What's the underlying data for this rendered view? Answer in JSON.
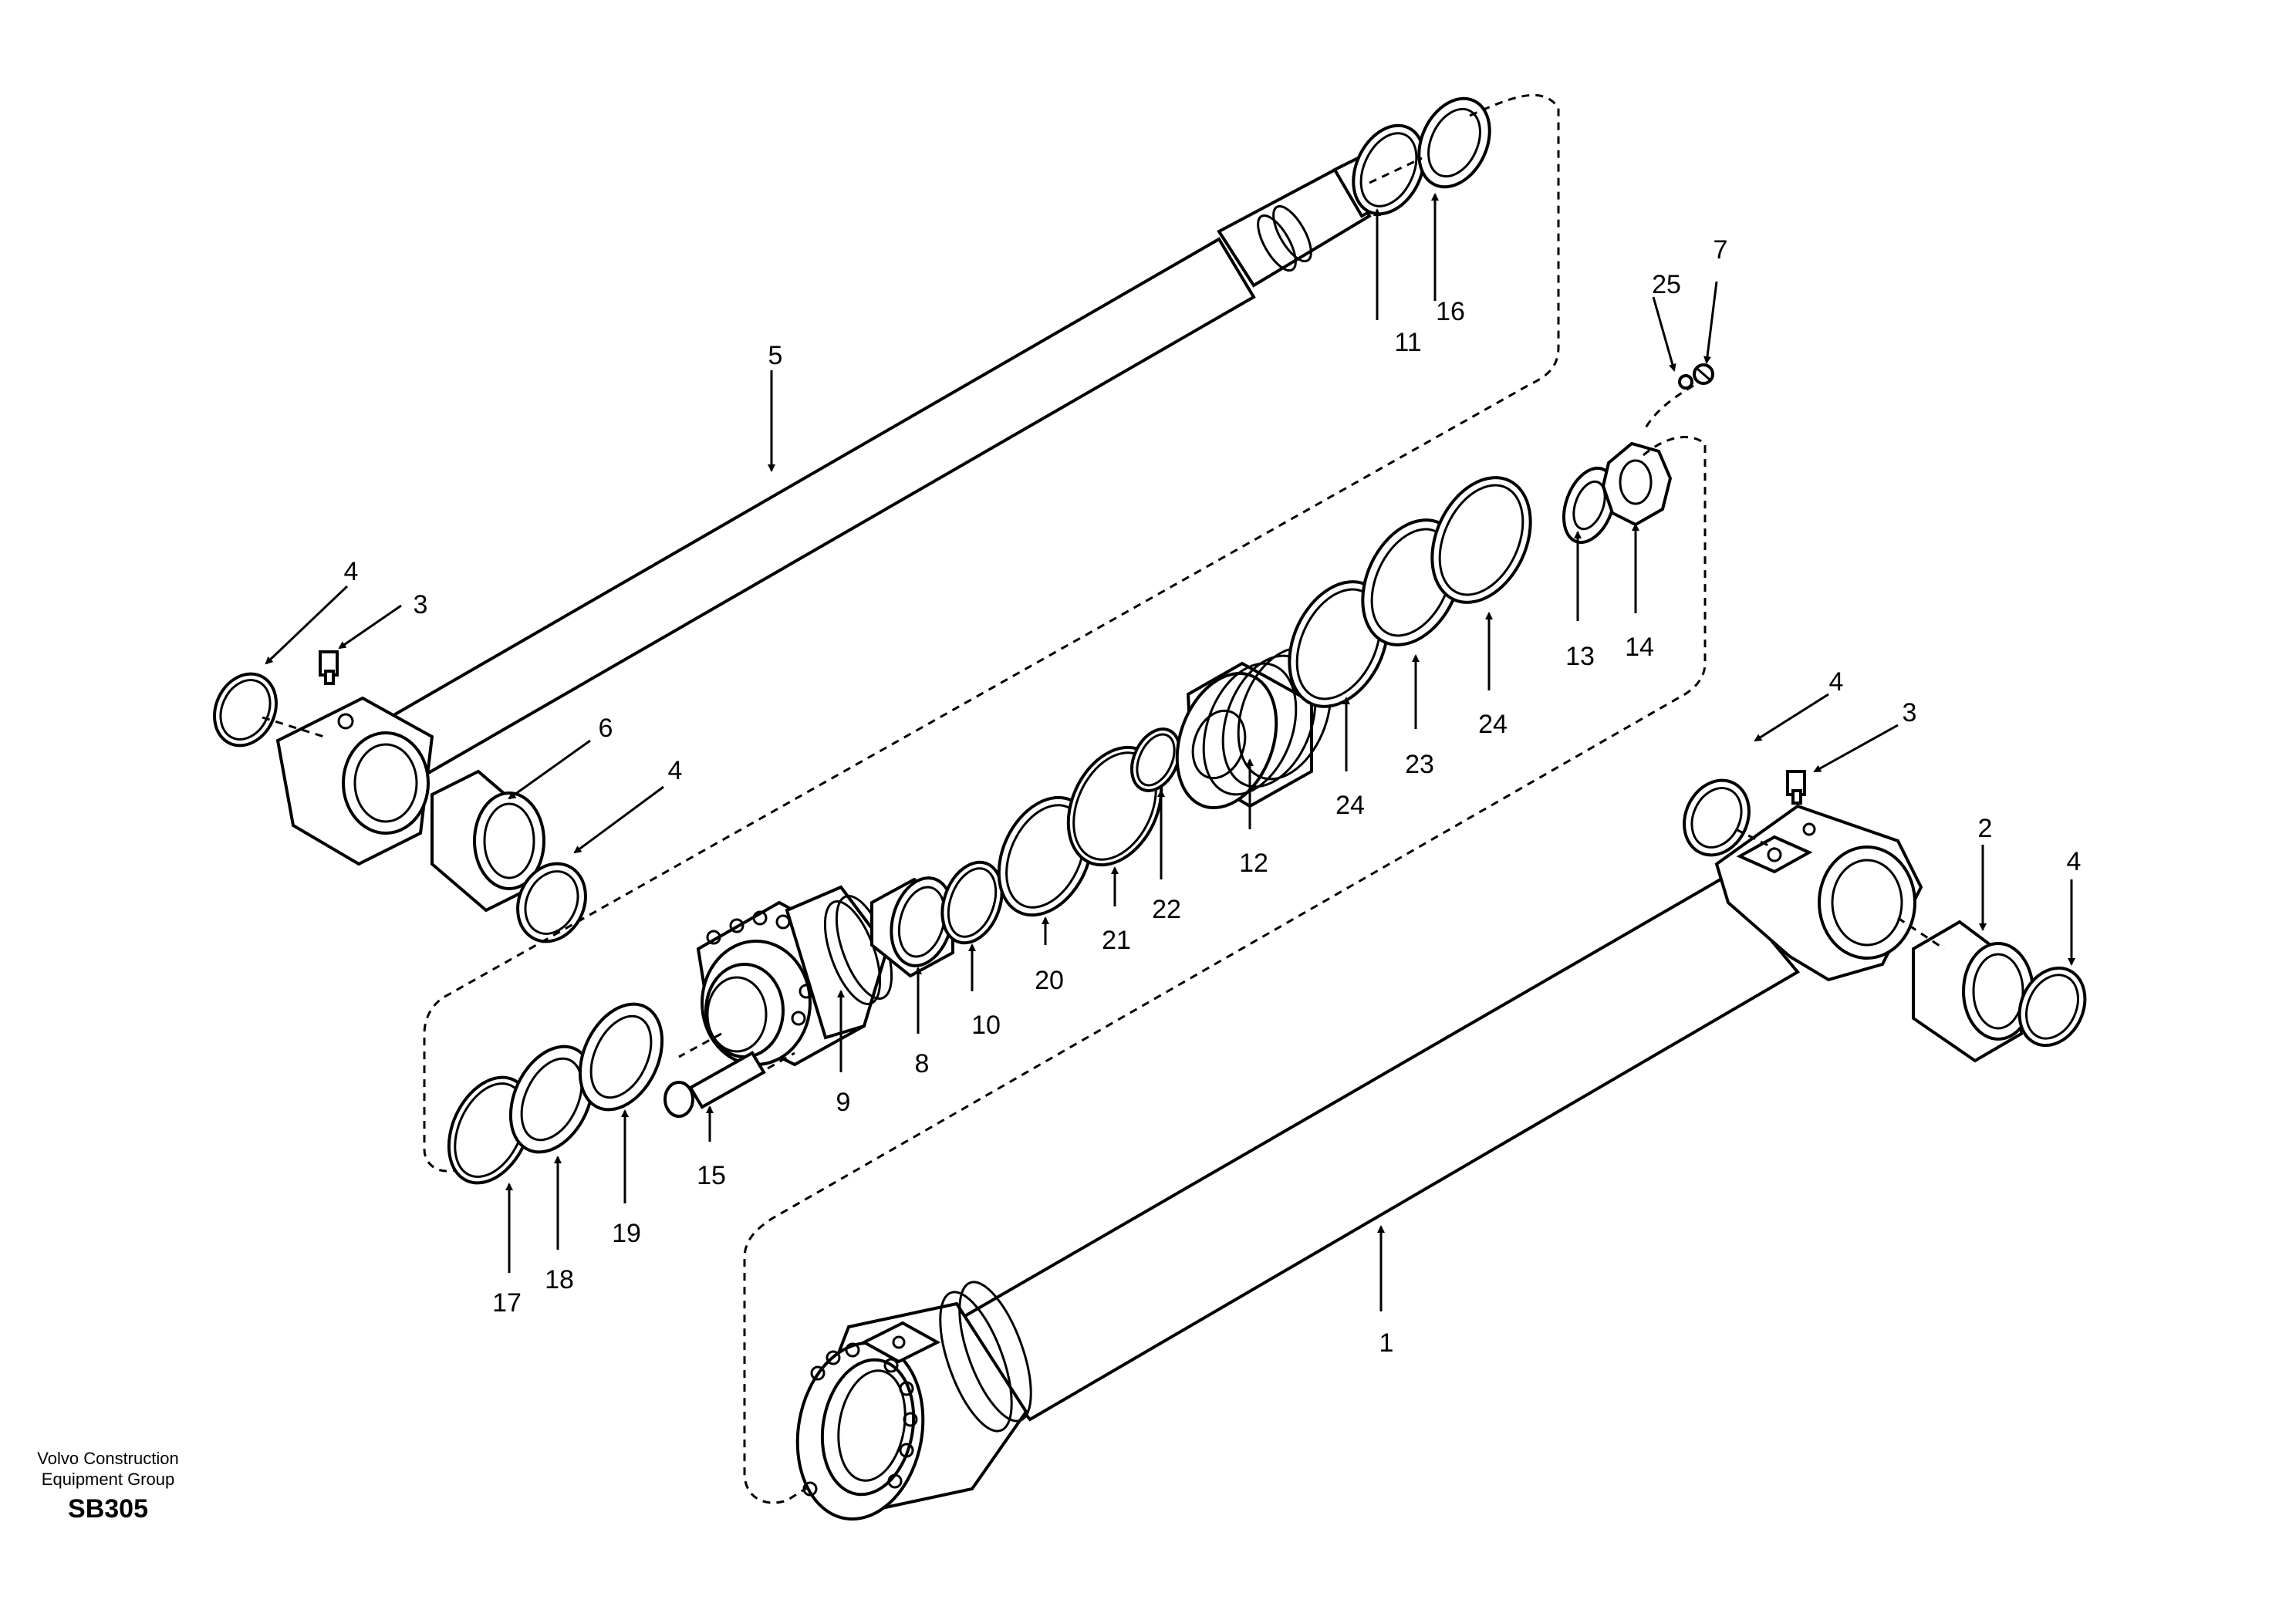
{
  "diagram": {
    "part_labels": {
      "p1": "1",
      "p2": "2",
      "p3a": "3",
      "p3b": "3",
      "p4a": "4",
      "p4b": "4",
      "p4c": "4",
      "p4d": "4",
      "p5": "5",
      "p6": "6",
      "p7": "7",
      "p8": "8",
      "p9": "9",
      "p10": "10",
      "p11": "11",
      "p12": "12",
      "p13": "13",
      "p14": "14",
      "p15": "15",
      "p16": "16",
      "p17": "17",
      "p18": "18",
      "p19": "19",
      "p20": "20",
      "p21": "21",
      "p22": "22",
      "p23": "23",
      "p24a": "24",
      "p24b": "24",
      "p25": "25"
    },
    "footer": {
      "company_line1": "Volvo Construction",
      "company_line2": "Equipment Group",
      "code": "SB305"
    }
  }
}
